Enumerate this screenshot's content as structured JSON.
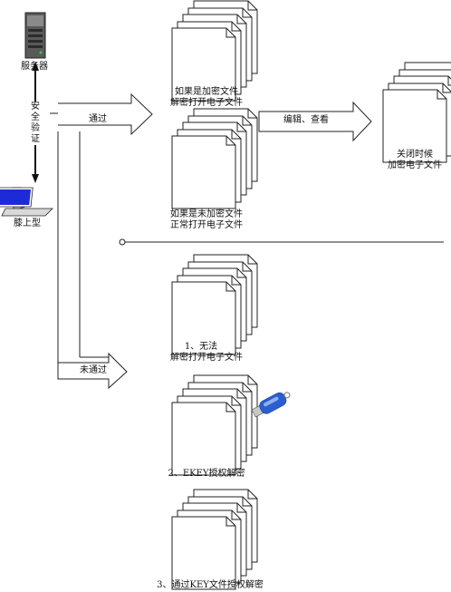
{
  "nodes": {
    "server": {
      "label": "服务器",
      "icon": "server-icon"
    },
    "laptop": {
      "label": "膝上型",
      "icon": "laptop-icon"
    },
    "auth": {
      "label": "安全验证"
    },
    "encrypted": {
      "line1": "如果是加密文件",
      "line2": "解密打开电子文件"
    },
    "unencrypted": {
      "line1": "如果是未加密文件",
      "line2": "正常打开电子文件"
    },
    "close": {
      "line1": "关闭时候",
      "line2": "加密电子文件"
    },
    "fail1": {
      "line1": "1、无法",
      "line2": "解密打开电子文件"
    },
    "fail2": {
      "label": "2、EKEY授权解密",
      "icon": "usb-key-icon"
    },
    "fail3": {
      "label": "3、通过KEY文件授权解密"
    }
  },
  "edges": {
    "pass": "通过",
    "edit": "编辑、查看",
    "fail": "未通过"
  },
  "colors": {
    "line": "#222222",
    "paper": "#ffffff",
    "screen": "#1d2bd6",
    "usb": "#2a5fd0"
  }
}
